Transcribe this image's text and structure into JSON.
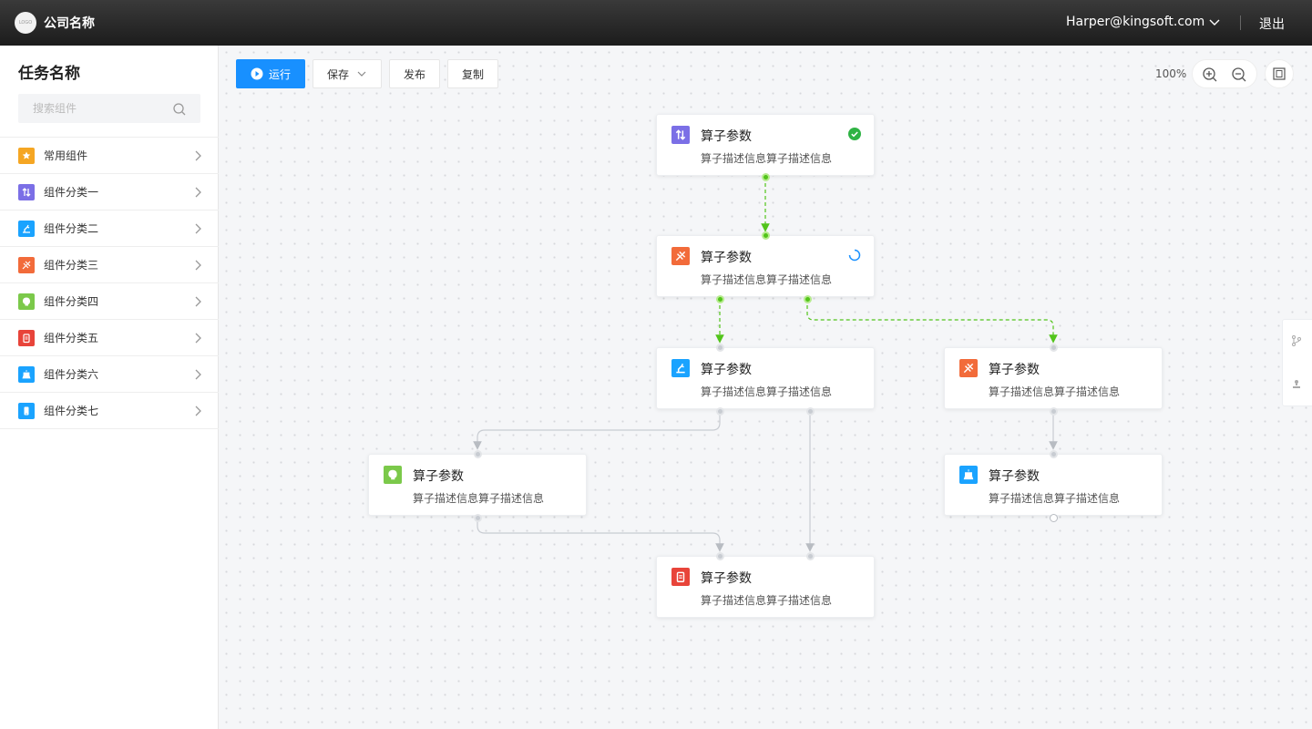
{
  "header": {
    "logo_text": "LOGO",
    "company_name": "公司名称",
    "user_email": "Harper@kingsoft.com",
    "logout_label": "退出"
  },
  "sidebar": {
    "task_title": "任务名称",
    "search_placeholder": "搜索组件",
    "categories": [
      {
        "label": "常用组件",
        "icon": "star-folder-icon",
        "color": "#f5a623"
      },
      {
        "label": "组件分类一",
        "icon": "sort-arrows-icon",
        "color": "#7b6fe6"
      },
      {
        "label": "组件分类二",
        "icon": "robot-arm-icon",
        "color": "#1aa3ff"
      },
      {
        "label": "组件分类三",
        "icon": "dna-icon",
        "color": "#f26b3a"
      },
      {
        "label": "组件分类四",
        "icon": "brain-icon",
        "color": "#7bc94a"
      },
      {
        "label": "组件分类五",
        "icon": "clipboard-icon",
        "color": "#e8443a"
      },
      {
        "label": "组件分类六",
        "icon": "robot-icon",
        "color": "#1aa3ff"
      },
      {
        "label": "组件分类七",
        "icon": "phone-icon",
        "color": "#1aa3ff"
      }
    ]
  },
  "toolbar": {
    "run_label": "运行",
    "save_label": "保存",
    "publish_label": "发布",
    "copy_label": "复制",
    "zoom_level": "100%"
  },
  "nodes": [
    {
      "id": "n1",
      "title": "算子参数",
      "desc": "算子描述信息算子描述信息",
      "icon": "sort-arrows-icon",
      "color": "#7b6fe6",
      "status": "success"
    },
    {
      "id": "n2",
      "title": "算子参数",
      "desc": "算子描述信息算子描述信息",
      "icon": "dna-icon",
      "color": "#f26b3a",
      "status": "running"
    },
    {
      "id": "n3",
      "title": "算子参数",
      "desc": "算子描述信息算子描述信息",
      "icon": "robot-arm-icon",
      "color": "#1aa3ff",
      "status": ""
    },
    {
      "id": "n4",
      "title": "算子参数",
      "desc": "算子描述信息算子描述信息",
      "icon": "dna-icon",
      "color": "#f26b3a",
      "status": ""
    },
    {
      "id": "n5",
      "title": "算子参数",
      "desc": "算子描述信息算子描述信息",
      "icon": "brain-icon",
      "color": "#7bc94a",
      "status": ""
    },
    {
      "id": "n6",
      "title": "算子参数",
      "desc": "算子描述信息算子描述信息",
      "icon": "robot-icon",
      "color": "#1aa3ff",
      "status": ""
    },
    {
      "id": "n7",
      "title": "算子参数",
      "desc": "算子描述信息算子描述信息",
      "icon": "clipboard-icon",
      "color": "#e8443a",
      "status": ""
    }
  ],
  "colors": {
    "primary": "#1890ff",
    "edge_active": "#52c41a",
    "edge_idle": "#c8ccd2"
  }
}
